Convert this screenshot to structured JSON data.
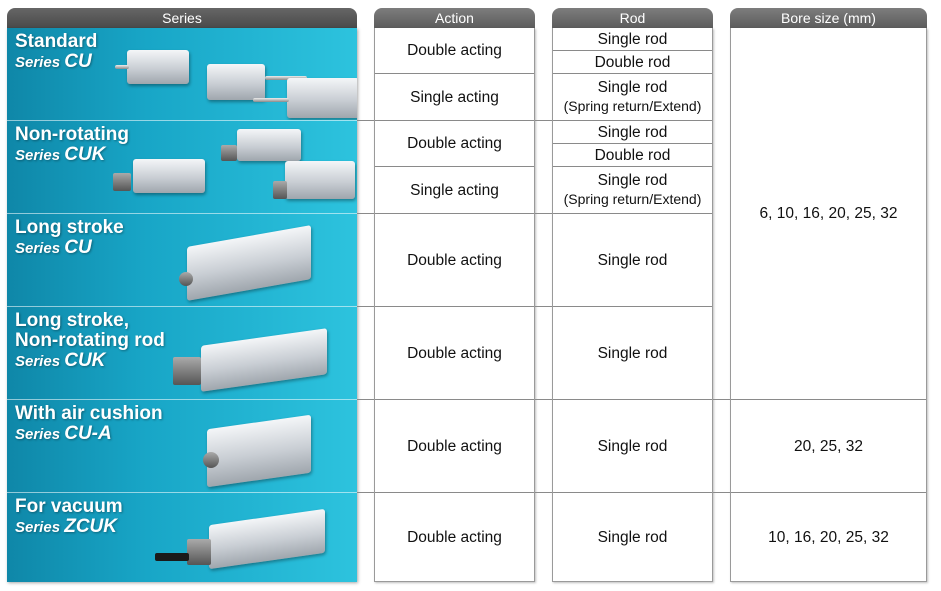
{
  "headers": {
    "series": "Series",
    "action": "Action",
    "rod": "Rod",
    "bore": "Bore size (mm)"
  },
  "series": [
    {
      "title": "Standard",
      "prefix": "Series",
      "code": "CU"
    },
    {
      "title": "Non-rotating",
      "prefix": "Series",
      "code": "CUK"
    },
    {
      "title": "Long stroke",
      "prefix": "Series",
      "code": "CU"
    },
    {
      "title": "Long stroke,",
      "title2": "Non-rotating rod",
      "prefix": "Series",
      "code": "CUK"
    },
    {
      "title": "With air cushion",
      "prefix": "Series",
      "code": "CU-A"
    },
    {
      "title": "For vacuum",
      "prefix": "Series",
      "code": "ZCUK"
    }
  ],
  "actions": [
    "Double acting",
    "Single acting",
    "Double acting",
    "Single acting",
    "Double acting",
    "Double acting",
    "Double acting",
    "Double acting"
  ],
  "rods": {
    "single": "Single rod",
    "double": "Double rod",
    "spring": "(Spring return/Extend)"
  },
  "bores": [
    "6, 10, 16, 20, 25, 32",
    "20, 25, 32",
    "10, 16, 20, 25, 32"
  ]
}
